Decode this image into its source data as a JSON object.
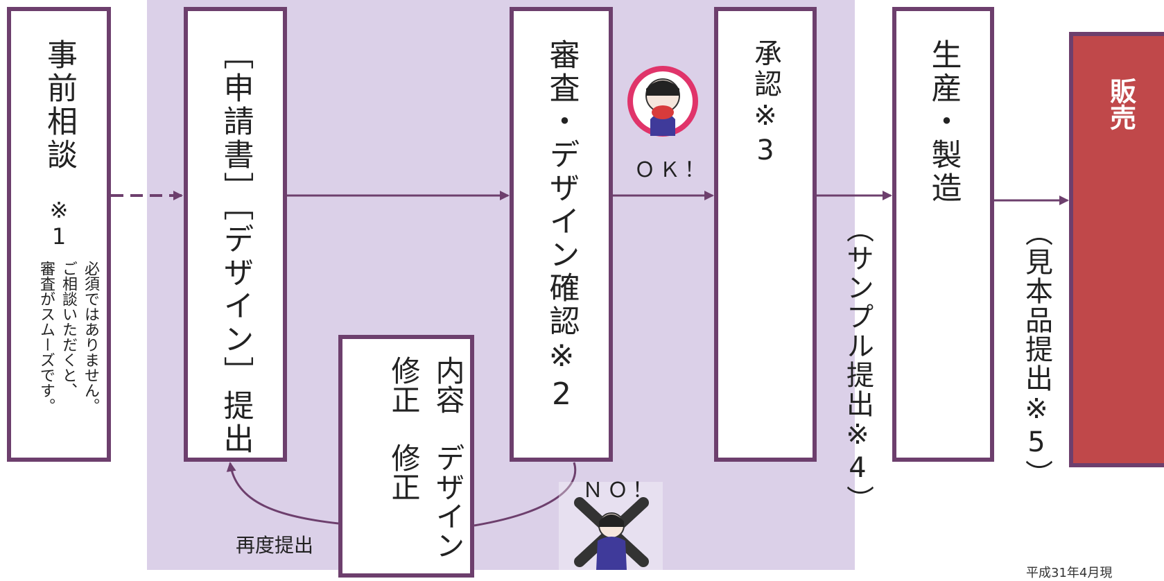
{
  "steps": {
    "consult": {
      "title": "事前相談",
      "ref": "※1",
      "note_lines": [
        "必須ではありません。",
        "ご相談いただくと、",
        "審査がスムーズです。"
      ]
    },
    "apply": {
      "title": "［申請書］［デザイン］提出"
    },
    "review": {
      "title": "審査・デザイン確認",
      "ref": "※2"
    },
    "approve": {
      "title": "承認",
      "ref": "※3"
    },
    "produce": {
      "title": "生産・製造"
    },
    "sale": {
      "title": "販売"
    },
    "revise": {
      "line1": "内容修正",
      "line2": "デザイン修正"
    }
  },
  "labels": {
    "ok": "ＯＫ！",
    "no": "ＮＯ！",
    "resubmit": "再度提出",
    "sample": "（サンプル提出※4）",
    "specimen": "（見本品提出※5）"
  },
  "footnote": "平成31年4月現",
  "colors": {
    "frame": "#6d3f6d",
    "region": "#dbd0e8",
    "sale": "#c0484a",
    "arrow": "#6d3f6d",
    "ok_ring": "#e0346a"
  },
  "icons": {
    "ok_character": "kimono-girl-ok-icon",
    "no_character": "kimono-girl-no-icon"
  }
}
